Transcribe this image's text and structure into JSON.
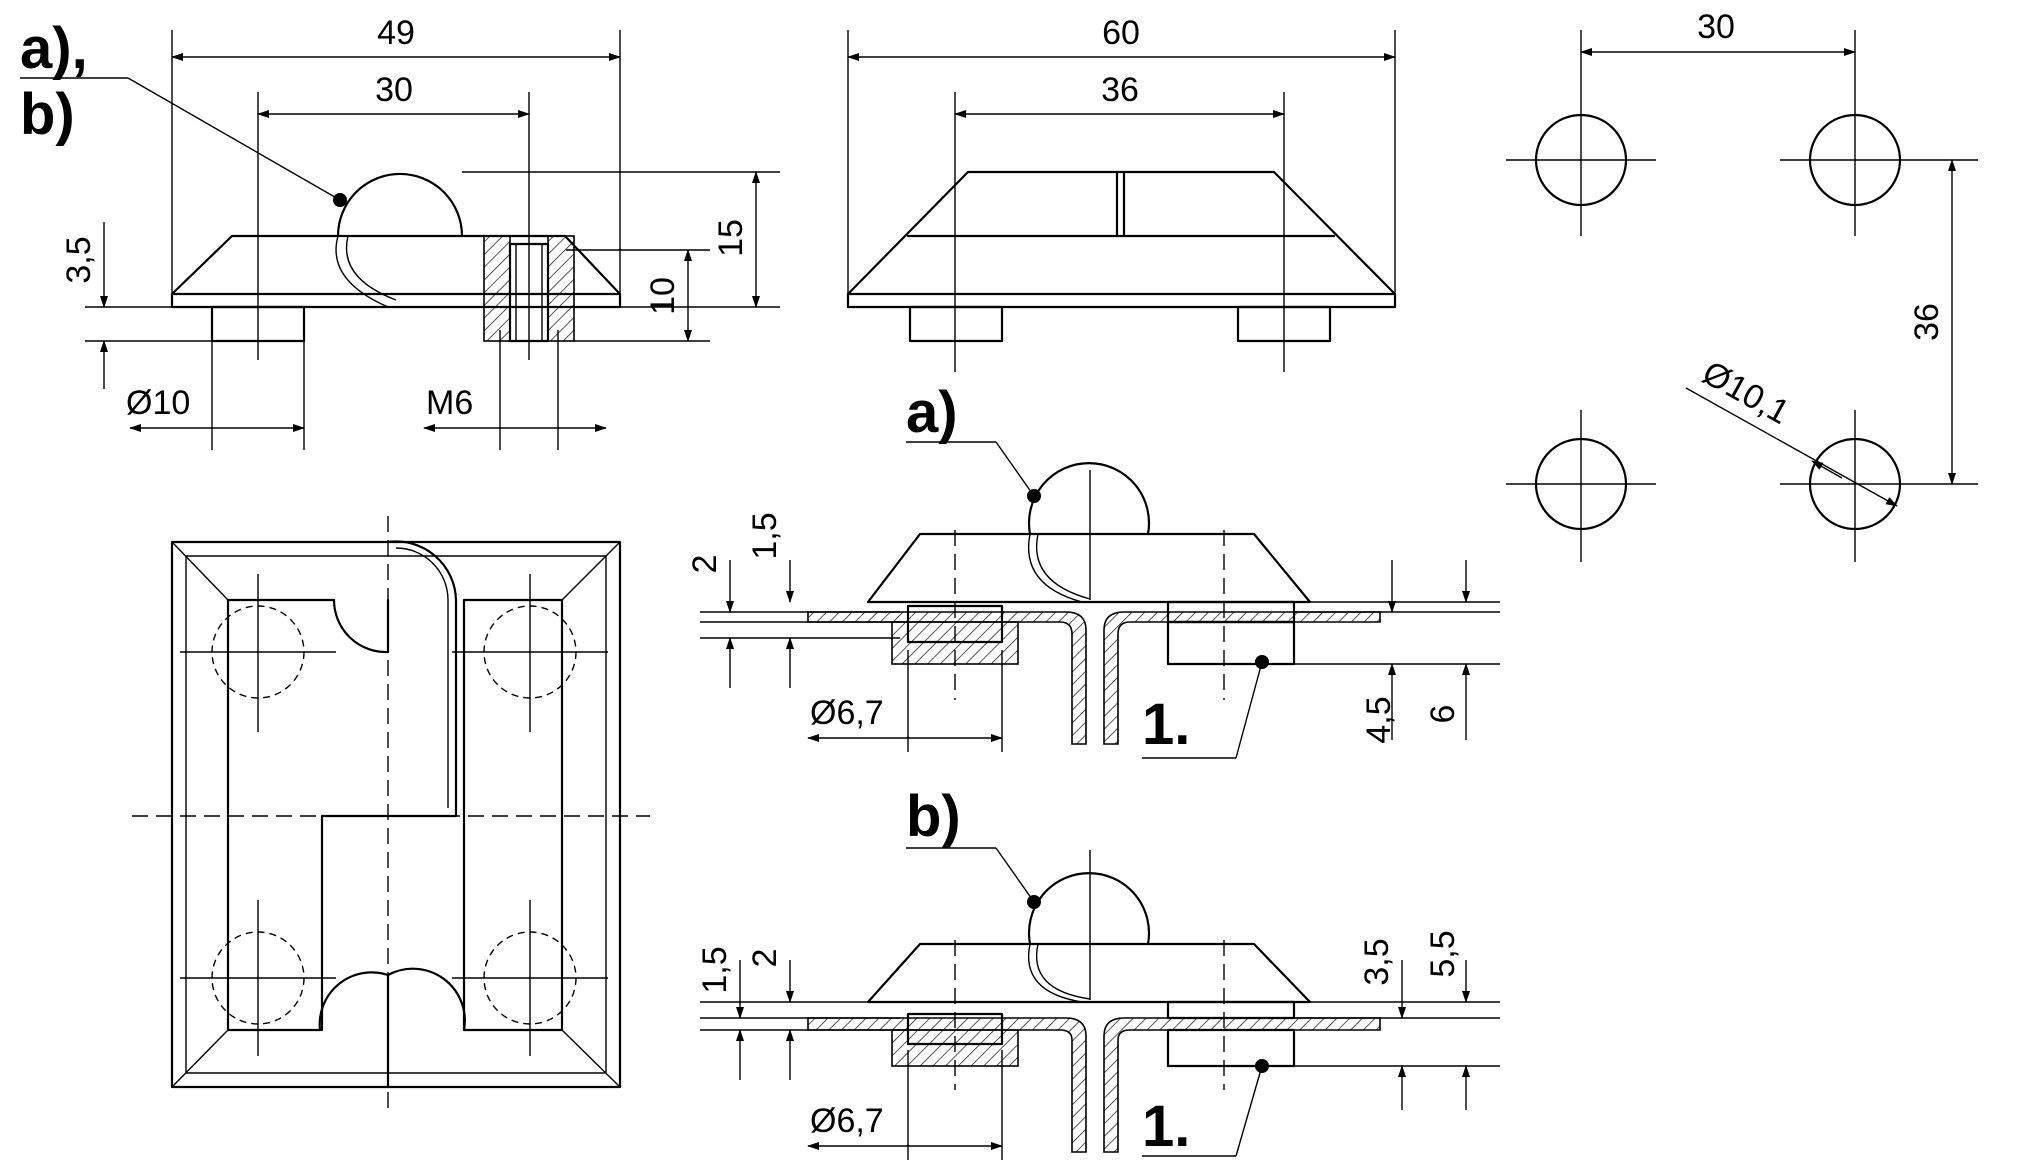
{
  "labels": {
    "ab": "a),",
    "ab_b": "b)",
    "a": "a)",
    "b": "b)",
    "item1_a": "1.",
    "item1_b": "1."
  },
  "dims": {
    "top_width": "49",
    "top_inner": "30",
    "top_h15": "15",
    "top_h10": "10",
    "top_h35": "3,5",
    "top_d10": "Ø10",
    "top_m6": "M6",
    "side_width": "60",
    "side_inner": "36",
    "hole_dx": "30",
    "hole_dy": "36",
    "hole_d": "Ø10,1",
    "a_2": "2",
    "a_15": "1,5",
    "a_d67": "Ø6,7",
    "a_45": "4,5",
    "a_6": "6",
    "b_15": "1,5",
    "b_2": "2",
    "b_d67": "Ø6,7",
    "b_35": "3,5",
    "b_55": "5,5"
  }
}
